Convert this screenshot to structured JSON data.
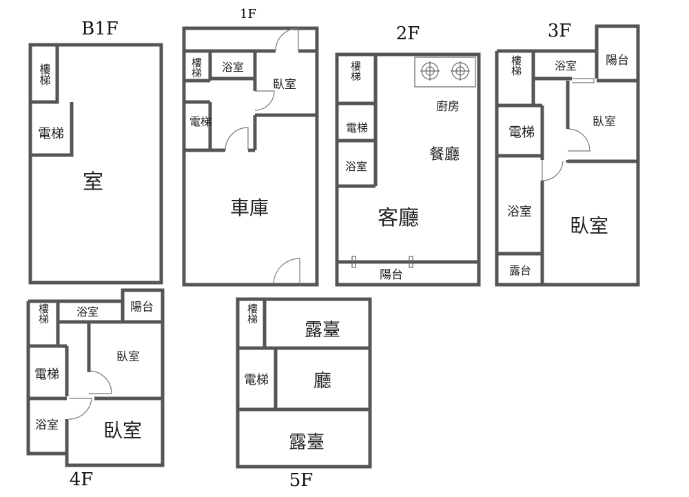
{
  "floors": {
    "b1f": {
      "title": "B1F",
      "stairs": "樓梯",
      "elevator": "電梯",
      "room": "室"
    },
    "f1": {
      "title": "1F",
      "stairs": "樓梯",
      "bath": "浴室",
      "bedroom": "臥室",
      "elevator": "電梯",
      "garage": "車庫"
    },
    "f2": {
      "title": "2F",
      "stairs": "樓梯",
      "elevator": "電梯",
      "bath": "浴室",
      "kitchen": "廚房",
      "dining": "餐廳",
      "living": "客廳",
      "balcony": "陽台"
    },
    "f3": {
      "title": "3F",
      "stairs": "樓梯",
      "bath_top": "浴室",
      "balcony": "陽台",
      "elevator": "電梯",
      "bedroom_small": "臥室",
      "bath": "浴室",
      "bedroom_large": "臥室",
      "terrace": "露台"
    },
    "f4": {
      "title": "4F",
      "stairs": "樓梯",
      "bath_top": "浴室",
      "balcony": "陽台",
      "elevator": "電梯",
      "bedroom_small": "臥室",
      "bath": "浴室",
      "bedroom_large": "臥室"
    },
    "f5": {
      "title": "5F",
      "stairs": "樓梯",
      "terrace_top": "露臺",
      "elevator": "電梯",
      "hall": "廳",
      "terrace_bottom": "露臺"
    }
  }
}
